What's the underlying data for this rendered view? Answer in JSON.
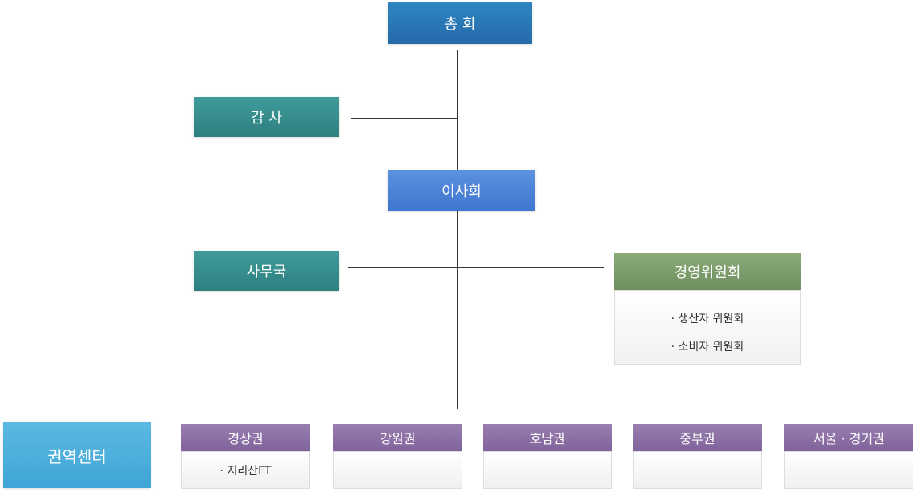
{
  "nodes": {
    "general_assembly": "총 회",
    "audit": "감 사",
    "board": "이사회",
    "secretariat": "사무국",
    "management_committee": {
      "title": "경영위원회",
      "items": [
        "· 생산자 위원회",
        "· 소비자 위원회"
      ]
    },
    "regional_center": "권역센터",
    "regions": [
      {
        "title": "경상권",
        "items": [
          "· 지리산FT"
        ]
      },
      {
        "title": "강원권",
        "items": []
      },
      {
        "title": "호남권",
        "items": []
      },
      {
        "title": "중부권",
        "items": []
      },
      {
        "title": "서울 · 경기권",
        "items": []
      }
    ]
  },
  "colors": {
    "general_assembly": "#2a77b6",
    "audit_secretariat": "#358e8d",
    "board": "#4d84d7",
    "management_committee": "#7d9c6b",
    "regional_center": "#4cafdc",
    "region_header": "#8c71a5"
  }
}
